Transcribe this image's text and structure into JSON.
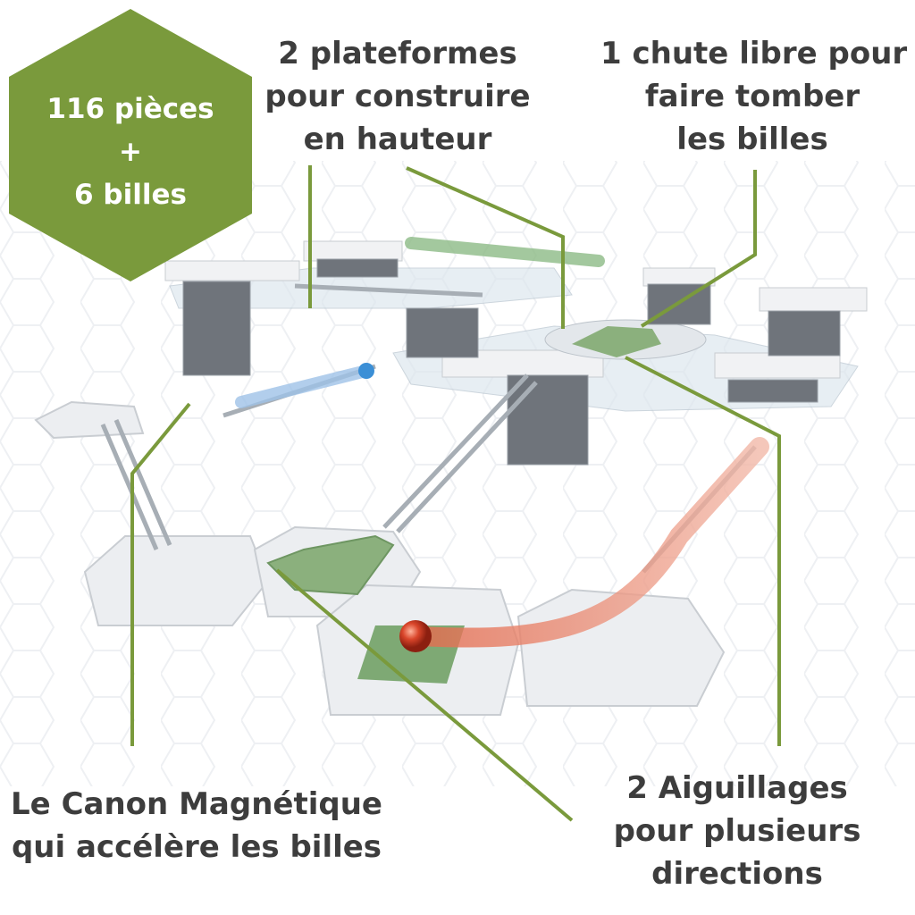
{
  "badge": {
    "line1": "116 pièces",
    "line2": "+",
    "line3": "6 billes",
    "color": "#7a9a3c"
  },
  "callouts": {
    "platforms": [
      "2 plateformes",
      "pour construire",
      "en hauteur"
    ],
    "free_fall": [
      "1 chute libre pour",
      "faire tomber",
      "les billes"
    ],
    "canon": [
      "Le Canon Magnétique",
      "qui accélère les billes"
    ],
    "switches": [
      "2 Aiguillages",
      "pour plusieurs",
      "directions"
    ]
  },
  "colors": {
    "text": "#3d3d3d",
    "leader_line": "#7a9a3c",
    "marble": "#d9452a",
    "tile": "#eef0f2",
    "pillar": "#6f747b"
  }
}
